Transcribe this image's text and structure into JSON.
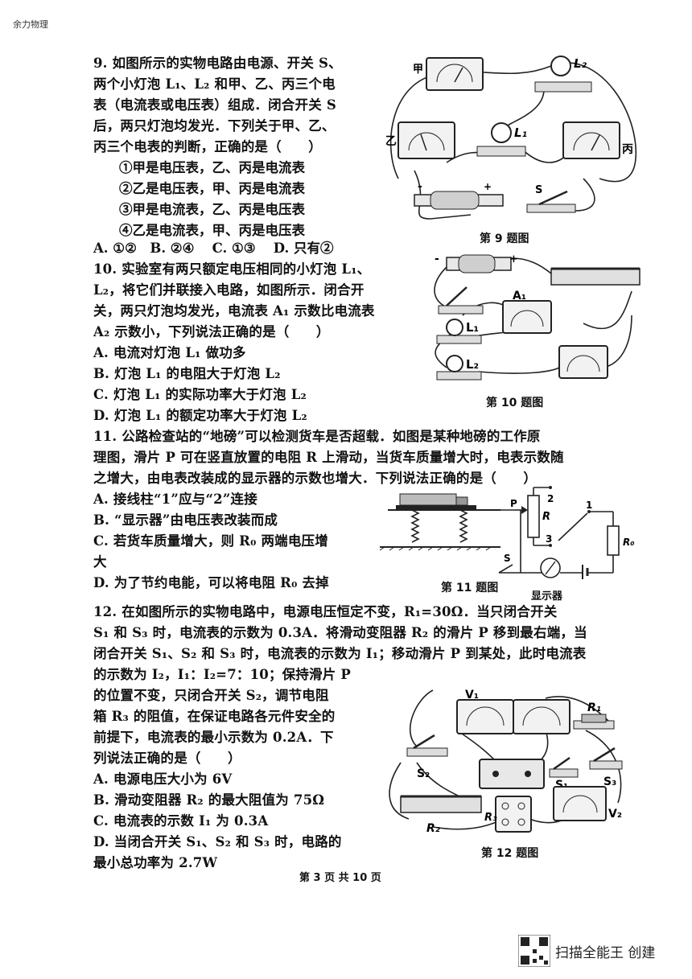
{
  "header": {
    "text": "余力物理"
  },
  "q9": {
    "lines": [
      "9. 如图所示的实物电路由电源、开关 S、",
      "两个小灯泡 L₁、L₂ 和甲、乙、丙三个电",
      "表（电流表或电压表）组成．闭合开关 S",
      "后，两只灯泡均发光．下列关于甲、乙、",
      "丙三个电表的判断，正确的是（　　）"
    ],
    "statements": [
      "①甲是电压表，乙、丙是电流表",
      "②乙是电压表，甲、丙是电流表",
      "③甲是电流表，乙、丙是电压表",
      "④乙是电流表，甲、丙是电压表"
    ],
    "choices": "A. ①②　B. ②④　 C. ①③　 D. 只有②",
    "fig_caption": "第 9 题图",
    "fig_labels": {
      "jia": "甲",
      "yi": "乙",
      "bing": "丙",
      "l1": "L₁",
      "l2": "L₂",
      "s": "S",
      "minus": "-",
      "plus": "+"
    }
  },
  "q10": {
    "lines": [
      "10. 实验室有两只额定电压相同的小灯泡 L₁、",
      "L₂，将它们并联接入电路，如图所示．闭合开",
      "关，两只灯泡均发光，电流表 A₁ 示数比电流表",
      "A₂ 示数小，下列说法正确的是（　　）"
    ],
    "options": [
      "A. 电流对灯泡 L₁ 做功多",
      "B. 灯泡 L₁ 的电阻大于灯泡 L₂",
      "C. 灯泡 L₁ 的实际功率大于灯泡 L₂",
      "D. 灯泡 L₁ 的额定功率大于灯泡 L₂"
    ],
    "fig_caption": "第 10 题图",
    "fig_labels": {
      "a1": "A₁",
      "l1": "L₁",
      "l2": "L₂",
      "minus": "-",
      "plus": "+"
    }
  },
  "q11": {
    "lines": [
      "11. 公路检查站的“地磅”可以检测货车是否超载．如图是某种地磅的工作原",
      "理图，滑片 P 可在竖直放置的电阻 R 上滑动，当货车质量增大时，电表示数随",
      "之增大，由电表改装成的显示器的示数也增大．下列说法正确的是（　　）"
    ],
    "options": [
      "A. 接线柱“1”应与“2”连接",
      "B. “显示器”由电压表改装而成",
      "C. 若货车质量增大，则 R₀ 两端电压增",
      "大",
      "D. 为了节约电能，可以将电阻 R₀ 去掉"
    ],
    "fig_caption": "第 11 题图",
    "fig_labels": {
      "p": "P",
      "r": "R",
      "r0": "R₀",
      "s": "S",
      "n1": "1",
      "n2": "2",
      "n3": "3",
      "display": "显示器"
    }
  },
  "q12": {
    "lines": [
      "12. 在如图所示的实物电路中，电源电压恒定不变，R₁=30Ω．当只闭合开关",
      "S₁ 和 S₃ 时，电流表的示数为 0.3A．将滑动变阻器 R₂ 的滑片 P 移到最右端，当",
      "闭合开关 S₁、S₂ 和 S₃ 时，电流表的示数为 I₁；移动滑片 P 到某处，此时电流表",
      "的示数为 I₂，I₁：I₂=7：10；保持滑片 P",
      "的位置不变，只闭合开关 S₂，调节电阻",
      "箱 R₃ 的阻值，在保证电路各元件安全的",
      "前提下，电流表的最小示数为 0.2A．下",
      "列说法正确的是（　　）"
    ],
    "options": [
      "A. 电源电压大小为 6V",
      "B. 滑动变阻器 R₂ 的最大阻值为 75Ω",
      "C. 电流表的示数 I₁ 为 0.3A",
      "D. 当闭合开关 S₁、S₂ 和 S₃ 时，电路的",
      "最小总功率为 2.7W"
    ],
    "fig_caption": "第 12 题图",
    "fig_labels": {
      "v1": "V₁",
      "v2": "V₂",
      "r1": "R₁",
      "r2": "R₂",
      "r3": "R₃",
      "s1": "S₁",
      "s2": "S₂",
      "s3": "S₃"
    }
  },
  "footer": {
    "page": "第 3 页 共 10 页",
    "brand": "扫描全能王 创建"
  }
}
